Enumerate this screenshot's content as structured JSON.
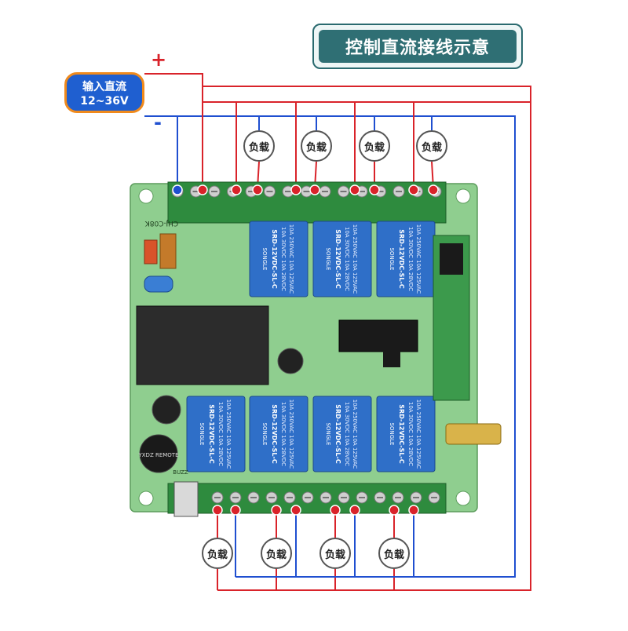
{
  "title": "控制直流接线示意",
  "input": {
    "line1": "输入直流",
    "line2": "12~36V"
  },
  "polarity": {
    "plus": "+",
    "minus": "-"
  },
  "load_label": "负载",
  "relays": {
    "line1": "10A 250VAC 10A 125VAC",
    "line2": "10A 30VDC 10A 28VDC",
    "model": "SRD-12VDC-SL-C",
    "brand": "SONGLE"
  },
  "board": {
    "marking": "CHJ-C08K",
    "remote_text": "YXDZ REMOTE",
    "buzzer": "BUZZ"
  },
  "colors": {
    "positive": "#d9232a",
    "negative": "#1f4fd0",
    "board": "#8fce8f",
    "relay": "#2f6fc8",
    "terminal": "#2e8b3e"
  }
}
